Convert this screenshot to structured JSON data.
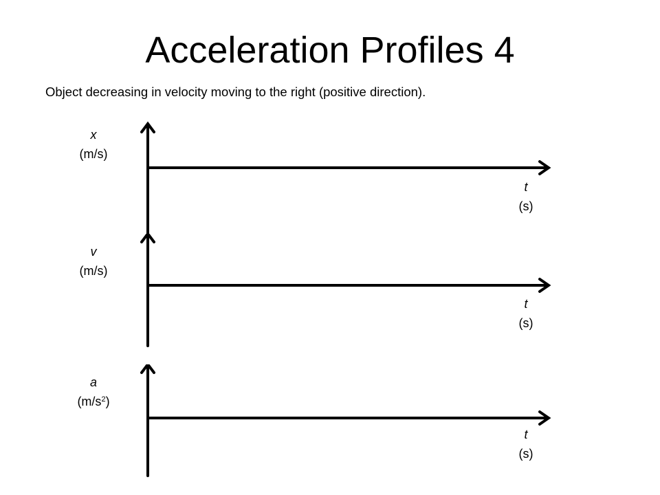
{
  "slide": {
    "title": "Acceleration Profiles 4",
    "subtitle": "Object decreasing in velocity moving to the right (positive direction)."
  },
  "panels": [
    {
      "y_symbol": "x",
      "y_unit": "(m/s)",
      "x_symbol": "t",
      "x_unit": "(s)"
    },
    {
      "y_symbol": "v",
      "y_unit": "(m/s)",
      "x_symbol": "t",
      "x_unit": "(s)"
    },
    {
      "y_symbol": "a",
      "y_unit_base": "(m/s",
      "y_unit_exp": "2",
      "y_unit_close": ")",
      "x_symbol": "t",
      "x_unit": "(s)"
    }
  ],
  "colors": {
    "axis": "#000000",
    "background": "#ffffff"
  }
}
